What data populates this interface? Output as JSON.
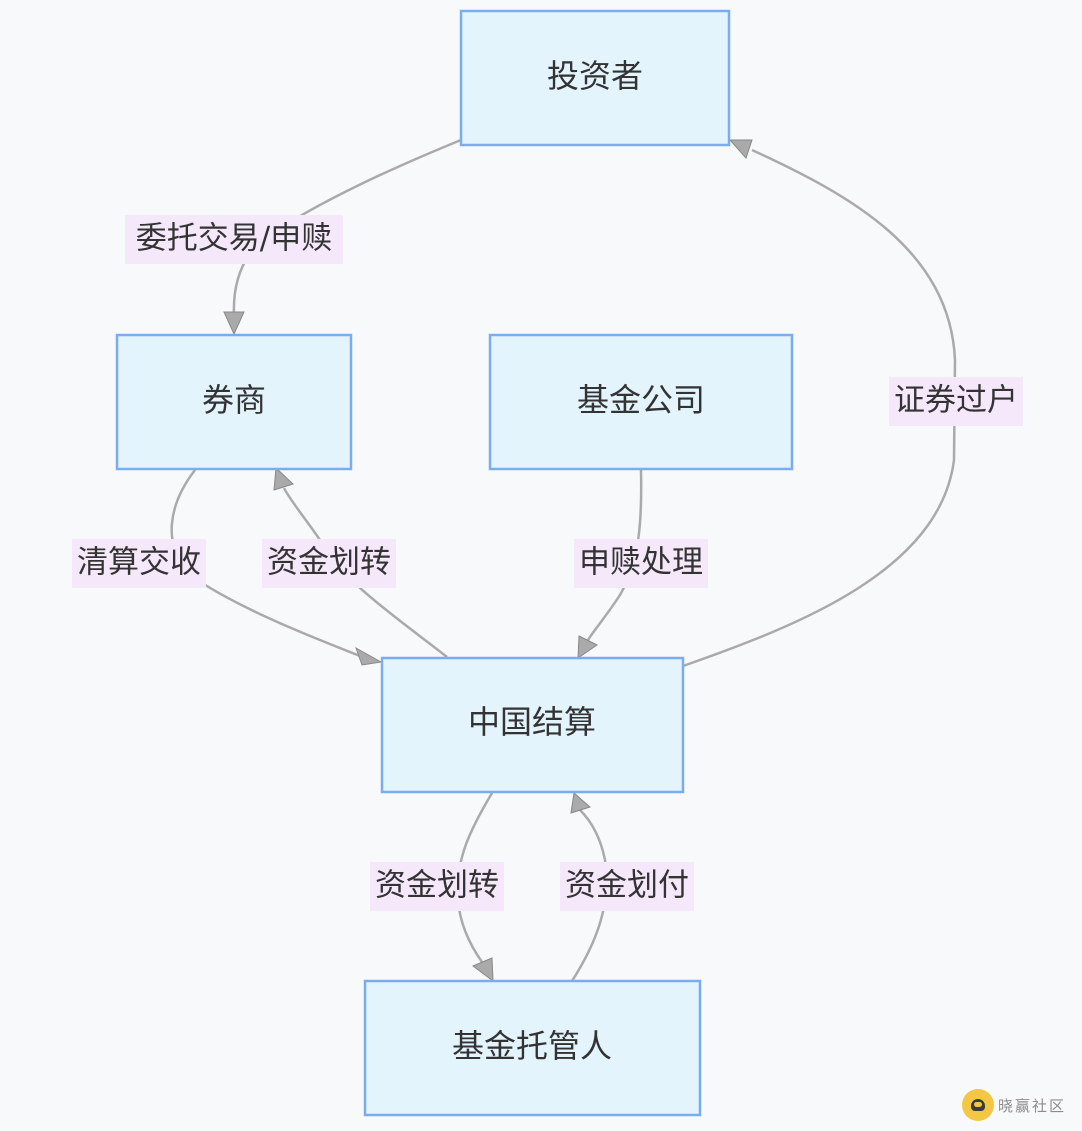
{
  "nodes": {
    "investor": "投资者",
    "broker": "券商",
    "fund_company": "基金公司",
    "csdc": "中国结算",
    "custodian": "基金托管人"
  },
  "edges": {
    "investor_to_broker": "委托交易/申赎",
    "csdc_to_investor": "证券过户",
    "broker_to_csdc": "清算交收",
    "csdc_to_broker": "资金划转",
    "fund_company_to_csdc": "申赎处理",
    "csdc_to_custodian": "资金划转",
    "custodian_to_csdc": "资金划付"
  },
  "colors": {
    "node_fill": "#e3f4fd",
    "node_stroke": "#7aacf0",
    "edge": "#aaaaaa",
    "label_bg": "#f5e8fb"
  },
  "watermark": {
    "logo_icon": "bee-logo-icon",
    "text": "晓赢社区"
  }
}
